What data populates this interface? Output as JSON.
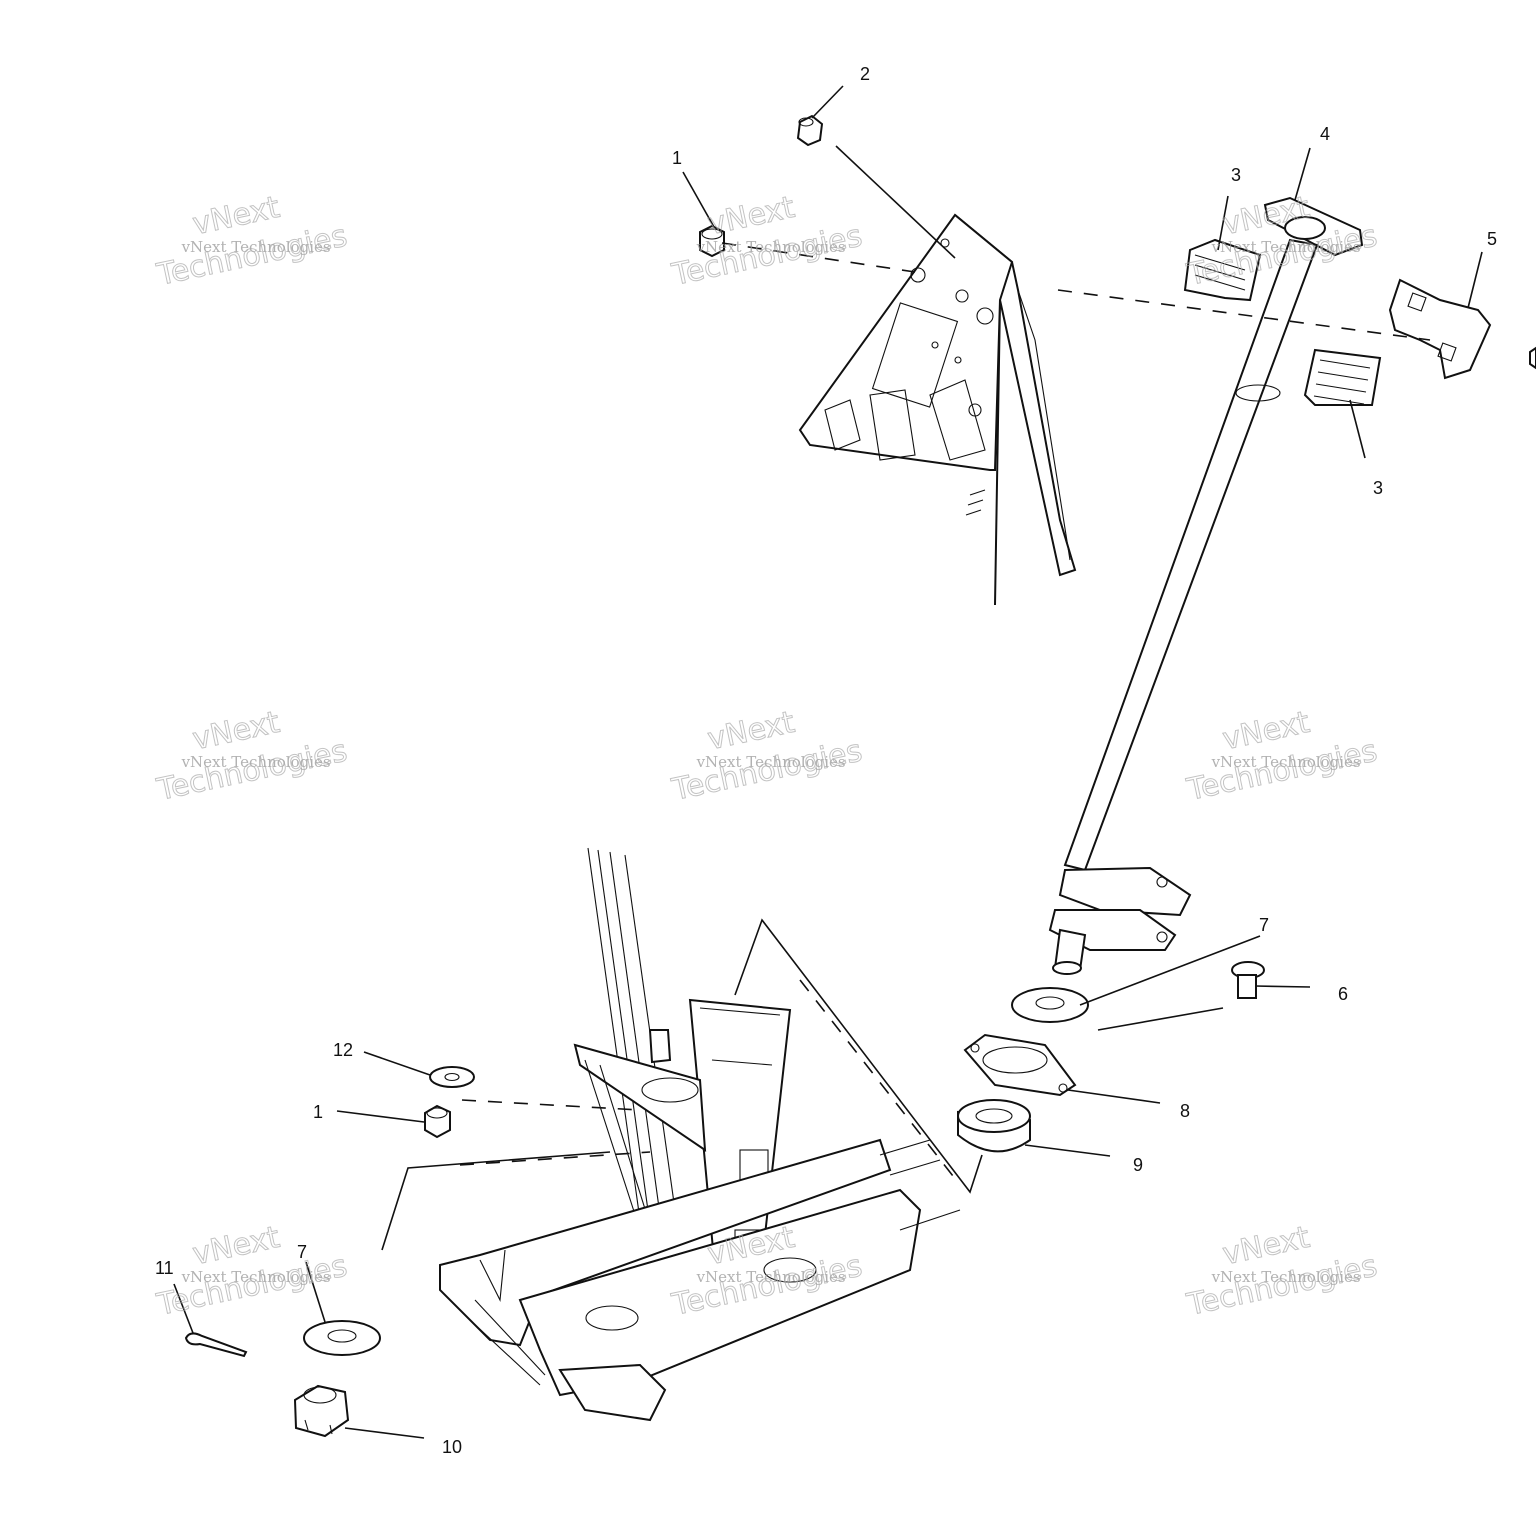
{
  "callouts": {
    "c1_top": "1",
    "c2": "2",
    "c3_top": "3",
    "c4": "4",
    "c5": "5",
    "c3_bottom": "3",
    "c7_right": "7",
    "c6": "6",
    "c12": "12",
    "c8": "8",
    "c1_bottom": "1",
    "c9": "9",
    "c7_left": "7",
    "c11": "11",
    "c10": "10"
  },
  "watermark": {
    "line1": "vNext",
    "line2": "vNext Technologies",
    "line3": "Technologies"
  }
}
